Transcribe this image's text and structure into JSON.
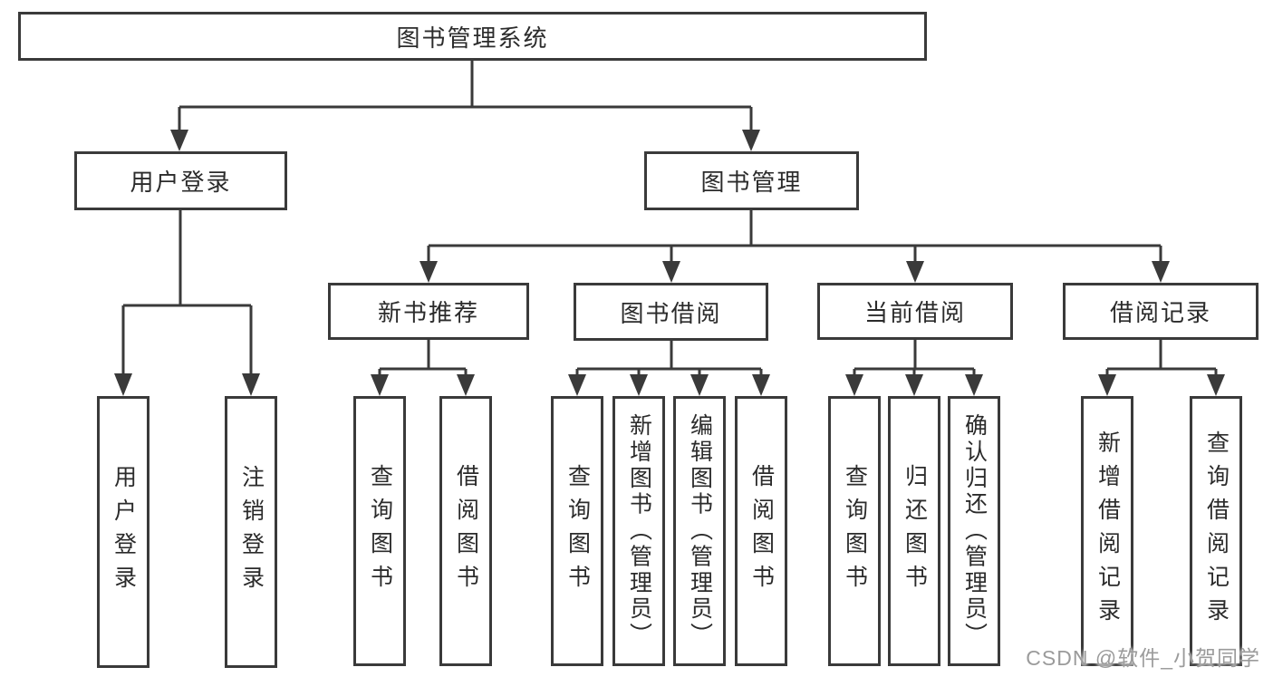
{
  "tree": {
    "label": "图书管理系统",
    "children": [
      {
        "label": "用户登录",
        "children": [
          {
            "label": "用户登录"
          },
          {
            "label": "注销登录"
          }
        ]
      },
      {
        "label": "图书管理",
        "children": [
          {
            "label": "新书推荐",
            "children": [
              {
                "label": "查询图书"
              },
              {
                "label": "借阅图书"
              }
            ]
          },
          {
            "label": "图书借阅",
            "children": [
              {
                "label": "查询图书"
              },
              {
                "label": "新增图书（管理员）"
              },
              {
                "label": "编辑图书（管理员）"
              },
              {
                "label": "借阅图书"
              }
            ]
          },
          {
            "label": "当前借阅",
            "children": [
              {
                "label": "查询图书"
              },
              {
                "label": "归还图书"
              },
              {
                "label": "确认归还（管理员）"
              }
            ]
          },
          {
            "label": "借阅记录",
            "children": [
              {
                "label": "新增借阅记录"
              },
              {
                "label": "查询借阅记录"
              }
            ]
          }
        ]
      }
    ]
  },
  "watermark": {
    "text": "CSDN @软件_小贺同学"
  },
  "colors": {
    "line": "#3a3a3a",
    "text": "#2b2b2b",
    "watermark_gray": "#9b9b9b",
    "background": "#ffffff"
  }
}
